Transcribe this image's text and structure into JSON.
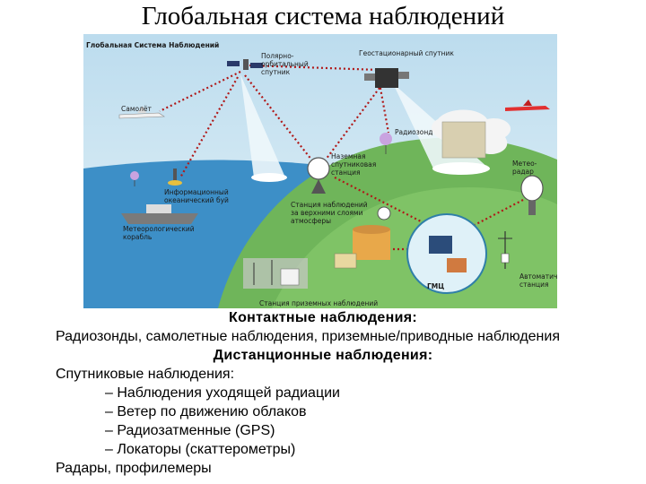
{
  "title": "Глобальная система наблюдений",
  "diagram": {
    "labels": {
      "header": "Глобальная Система Наблюдений",
      "polar_sat": "Полярно-\nорбитальный\nспутник",
      "geo_sat": "Геостационарный спутник",
      "plane_left": "Самолёт",
      "radiosonde": "Радиозонд",
      "ground_station": "Наземная\nспутниковая\nстанция",
      "meteoradar": "Метео-\nрадар",
      "buoy": "Информационный\nокеанический буй",
      "upper_air": "Станция наблюдений\nза верхними слоями\nатмосферы",
      "ship": "Метеорологический\nкорабль",
      "gtc": "ГМЦ",
      "auto_station": "Автоматическая\nстанция",
      "surface_station": "Станция приземных наблюдений"
    }
  },
  "text": {
    "contact_heading": "Контактные наблюдения:",
    "contact_list": "Радиозонды, самолетные наблюдения, приземные/приводные наблюдения",
    "remote_heading": "Дистанционные наблюдения:",
    "satellite_heading": "Спутниковые наблюдения:",
    "satellite_items": [
      "– Наблюдения уходящей радиации",
      "– Ветер по движению облаков",
      "– Радиозатменные (GPS)",
      "– Локаторы (скаттерометры)"
    ],
    "radars": "Радары, профилемеры"
  },
  "colors": {
    "sky": "#cfe6f3",
    "sea": "#3d8fc7",
    "land": "#6fb55a",
    "link": "#b01818",
    "beam": "#eef7fb"
  }
}
